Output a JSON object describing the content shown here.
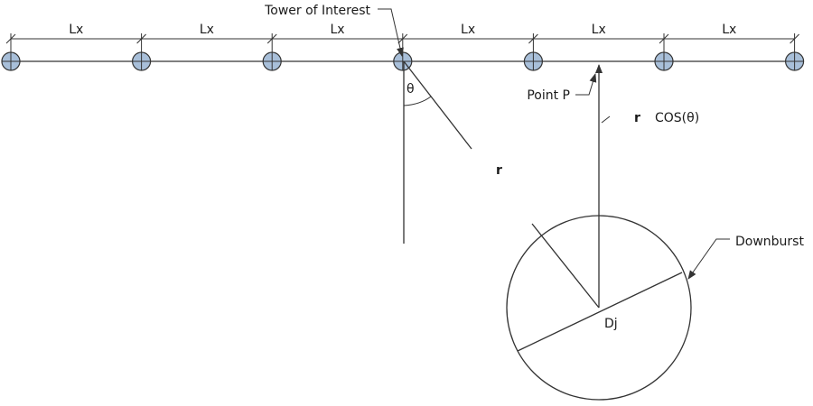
{
  "colors": {
    "line": "#333333",
    "tower_fill": "#a8bfd9",
    "text": "#1a1a1a"
  },
  "span_label": "Lx",
  "tower_count": 7,
  "labels": {
    "tower_of_interest": "Tower of Interest",
    "theta": "θ",
    "point_p": "Point P",
    "r_symbol": "r",
    "cos_theta": "COS(θ)",
    "r_distance": "r",
    "downburst": "Downburst",
    "dj": "Dj"
  }
}
